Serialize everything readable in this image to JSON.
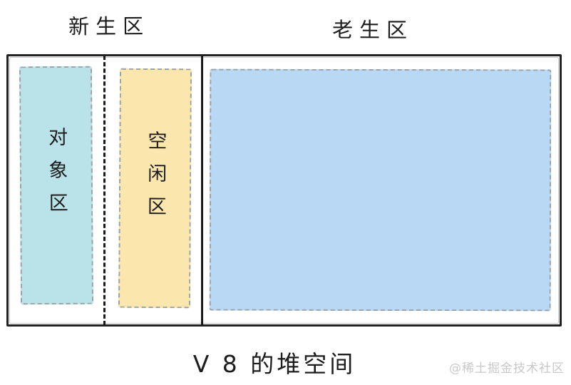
{
  "diagram": {
    "title_labels": {
      "new_generation": "新生区",
      "old_generation": "老生区"
    },
    "regions": {
      "object_area": "对象区",
      "free_area": "空闲区"
    },
    "caption": "V 8 的堆空间",
    "watermark": "@稀土掘金技术社区",
    "colors": {
      "object_area_fill": "#b9e3e9",
      "free_area_fill": "#fbe6ad",
      "old_generation_fill": "#b9d8f3",
      "outline": "#222222",
      "inner_dash": "#9aa3a6",
      "divider": "#1a1a1a",
      "watermark": "#c8c8c8",
      "text": "#1d1d1d"
    }
  }
}
